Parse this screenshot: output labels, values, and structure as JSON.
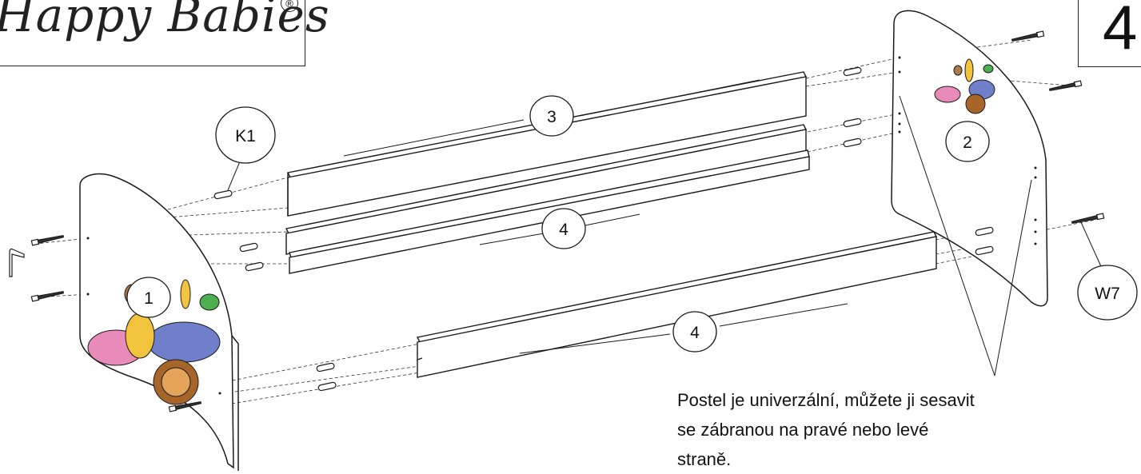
{
  "header": {
    "logo_text": "Happy Babies",
    "logo_mark": "®",
    "step_number": "4"
  },
  "labels": {
    "part_left_headboard": "1",
    "part_right_headboard": "2",
    "part_top_rail": "3",
    "part_mid_rail": "4",
    "part_front_rail": "4",
    "dowel_code": "K1",
    "screw_code": "W7"
  },
  "note": {
    "line1": "Postel je univerzální, můžete ji sesavit",
    "line2": "se zábranou na pravé nebo levé",
    "line3": "straně."
  },
  "colors": {
    "stroke": "#1a1a1a",
    "panel_fill": "#ffffff",
    "sticker_pink": "#e88bb8",
    "sticker_blue": "#6f7fc9",
    "sticker_yellow": "#f2c33c",
    "sticker_brown": "#a8652a",
    "sticker_green": "#4caf50"
  },
  "icons": [
    "allen-key-icon",
    "screw-icon",
    "dowel-icon"
  ]
}
